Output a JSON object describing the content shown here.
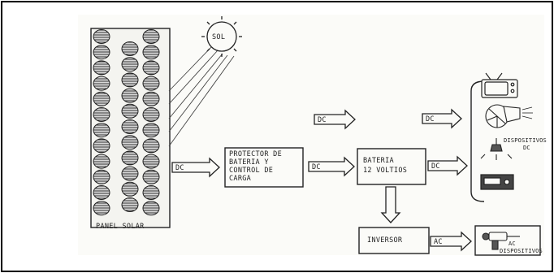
{
  "diagram": {
    "sun_label": "SOL",
    "panel_label": "PANEL SOLAR",
    "protector_lines": [
      "PROTECTOR DE",
      "BATERIA Y",
      "CONTROL DE",
      "CARGA"
    ],
    "battery_lines": [
      "BATERIA",
      "12 VOLTIOS"
    ],
    "inverter_label": "INVERSOR",
    "dc_label": "DC",
    "ac_label": "AC",
    "dc_devices_lines": [
      "DISPOSITIVOS",
      "DC"
    ],
    "ac_devices_lines": [
      "AC",
      "DISPOSITIVOS"
    ]
  },
  "colors": {
    "ink": "#222222",
    "paper": "#fbfbf8",
    "frame": "#000000",
    "cell_fill": "#8a8a8a"
  },
  "icons": [
    "sun-icon",
    "solar-cell-icon",
    "tv-icon",
    "fan-icon",
    "lamp-icon",
    "radio-icon",
    "drill-icon"
  ]
}
